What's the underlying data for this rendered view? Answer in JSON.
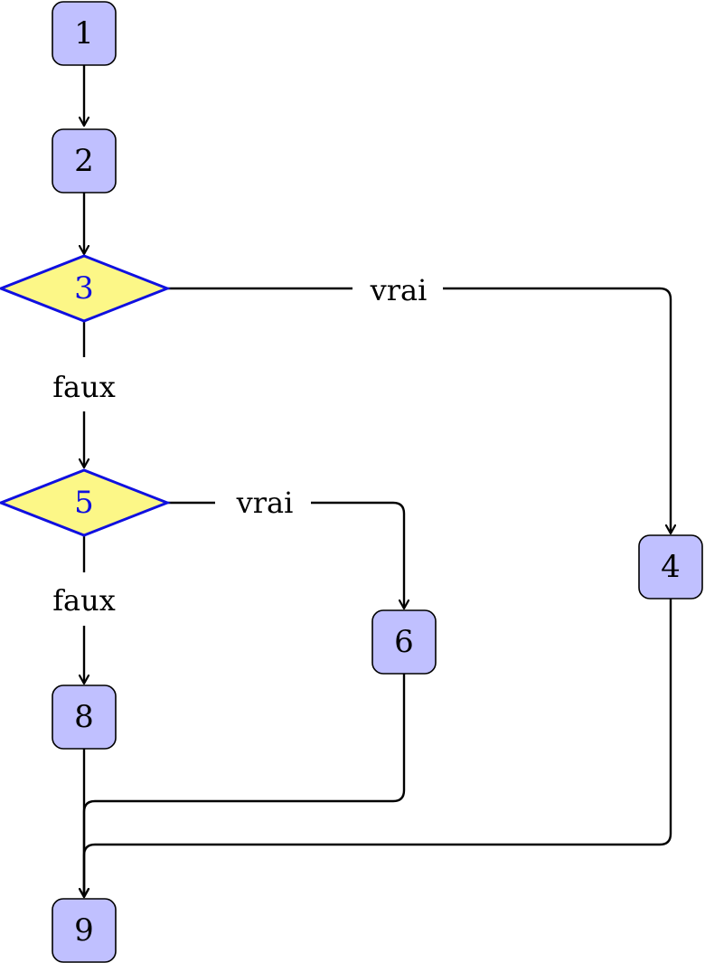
{
  "colors": {
    "process_fill": "#c0c0ff",
    "process_stroke": "#000000",
    "process_text": "#000000",
    "decision_fill": "#fcf787",
    "decision_stroke": "#1010e0",
    "decision_text": "#1010e0",
    "edge": "#000000"
  },
  "nodes": [
    {
      "id": "1",
      "label": "1",
      "shape": "process"
    },
    {
      "id": "2",
      "label": "2",
      "shape": "process"
    },
    {
      "id": "3",
      "label": "3",
      "shape": "decision"
    },
    {
      "id": "4",
      "label": "4",
      "shape": "process"
    },
    {
      "id": "5",
      "label": "5",
      "shape": "decision"
    },
    {
      "id": "6",
      "label": "6",
      "shape": "process"
    },
    {
      "id": "8",
      "label": "8",
      "shape": "process"
    },
    {
      "id": "9",
      "label": "9",
      "shape": "process"
    }
  ],
  "edges": [
    {
      "from": "1",
      "to": "2",
      "label": ""
    },
    {
      "from": "2",
      "to": "3",
      "label": ""
    },
    {
      "from": "3",
      "to": "4",
      "label": "vrai"
    },
    {
      "from": "3",
      "to": "5",
      "label": "faux"
    },
    {
      "from": "5",
      "to": "6",
      "label": "vrai"
    },
    {
      "from": "5",
      "to": "8",
      "label": "faux"
    },
    {
      "from": "8",
      "to": "9",
      "label": ""
    },
    {
      "from": "6",
      "to": "9",
      "label": ""
    },
    {
      "from": "4",
      "to": "9",
      "label": ""
    }
  ]
}
